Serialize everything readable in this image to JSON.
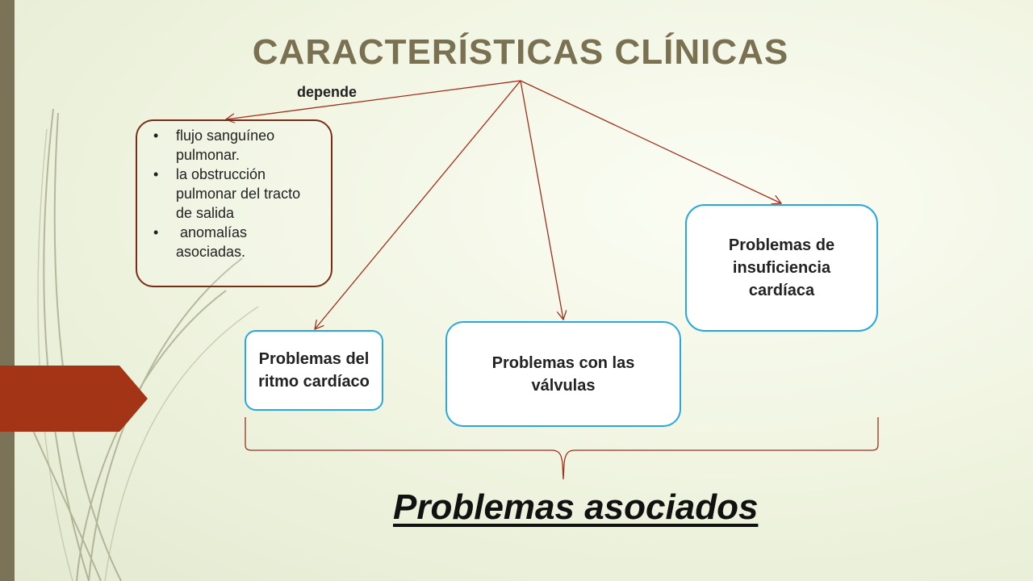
{
  "title": "CARACTERÍSTICAS CLÍNICAS",
  "depende_label": "depende",
  "factors": [
    "flujo sanguíneo pulmonar.",
    "la obstrucción pulmonar del tracto de salida",
    "anomalías asociadas."
  ],
  "problems": {
    "ritmo": "Problemas del ritmo cardíaco",
    "valvulas": "Problemas con las válvulas",
    "insuficiencia": "Problemas de insuficiencia cardíaca"
  },
  "footer_label": "Problemas asociados",
  "colors": {
    "title": "#7a7052",
    "arrow": "#a0301c",
    "box_border_factors": "#7a2d15",
    "box_border_problems": "#29a8e0",
    "accent_tab": "#a33416",
    "side_bar": "#7b7358"
  }
}
